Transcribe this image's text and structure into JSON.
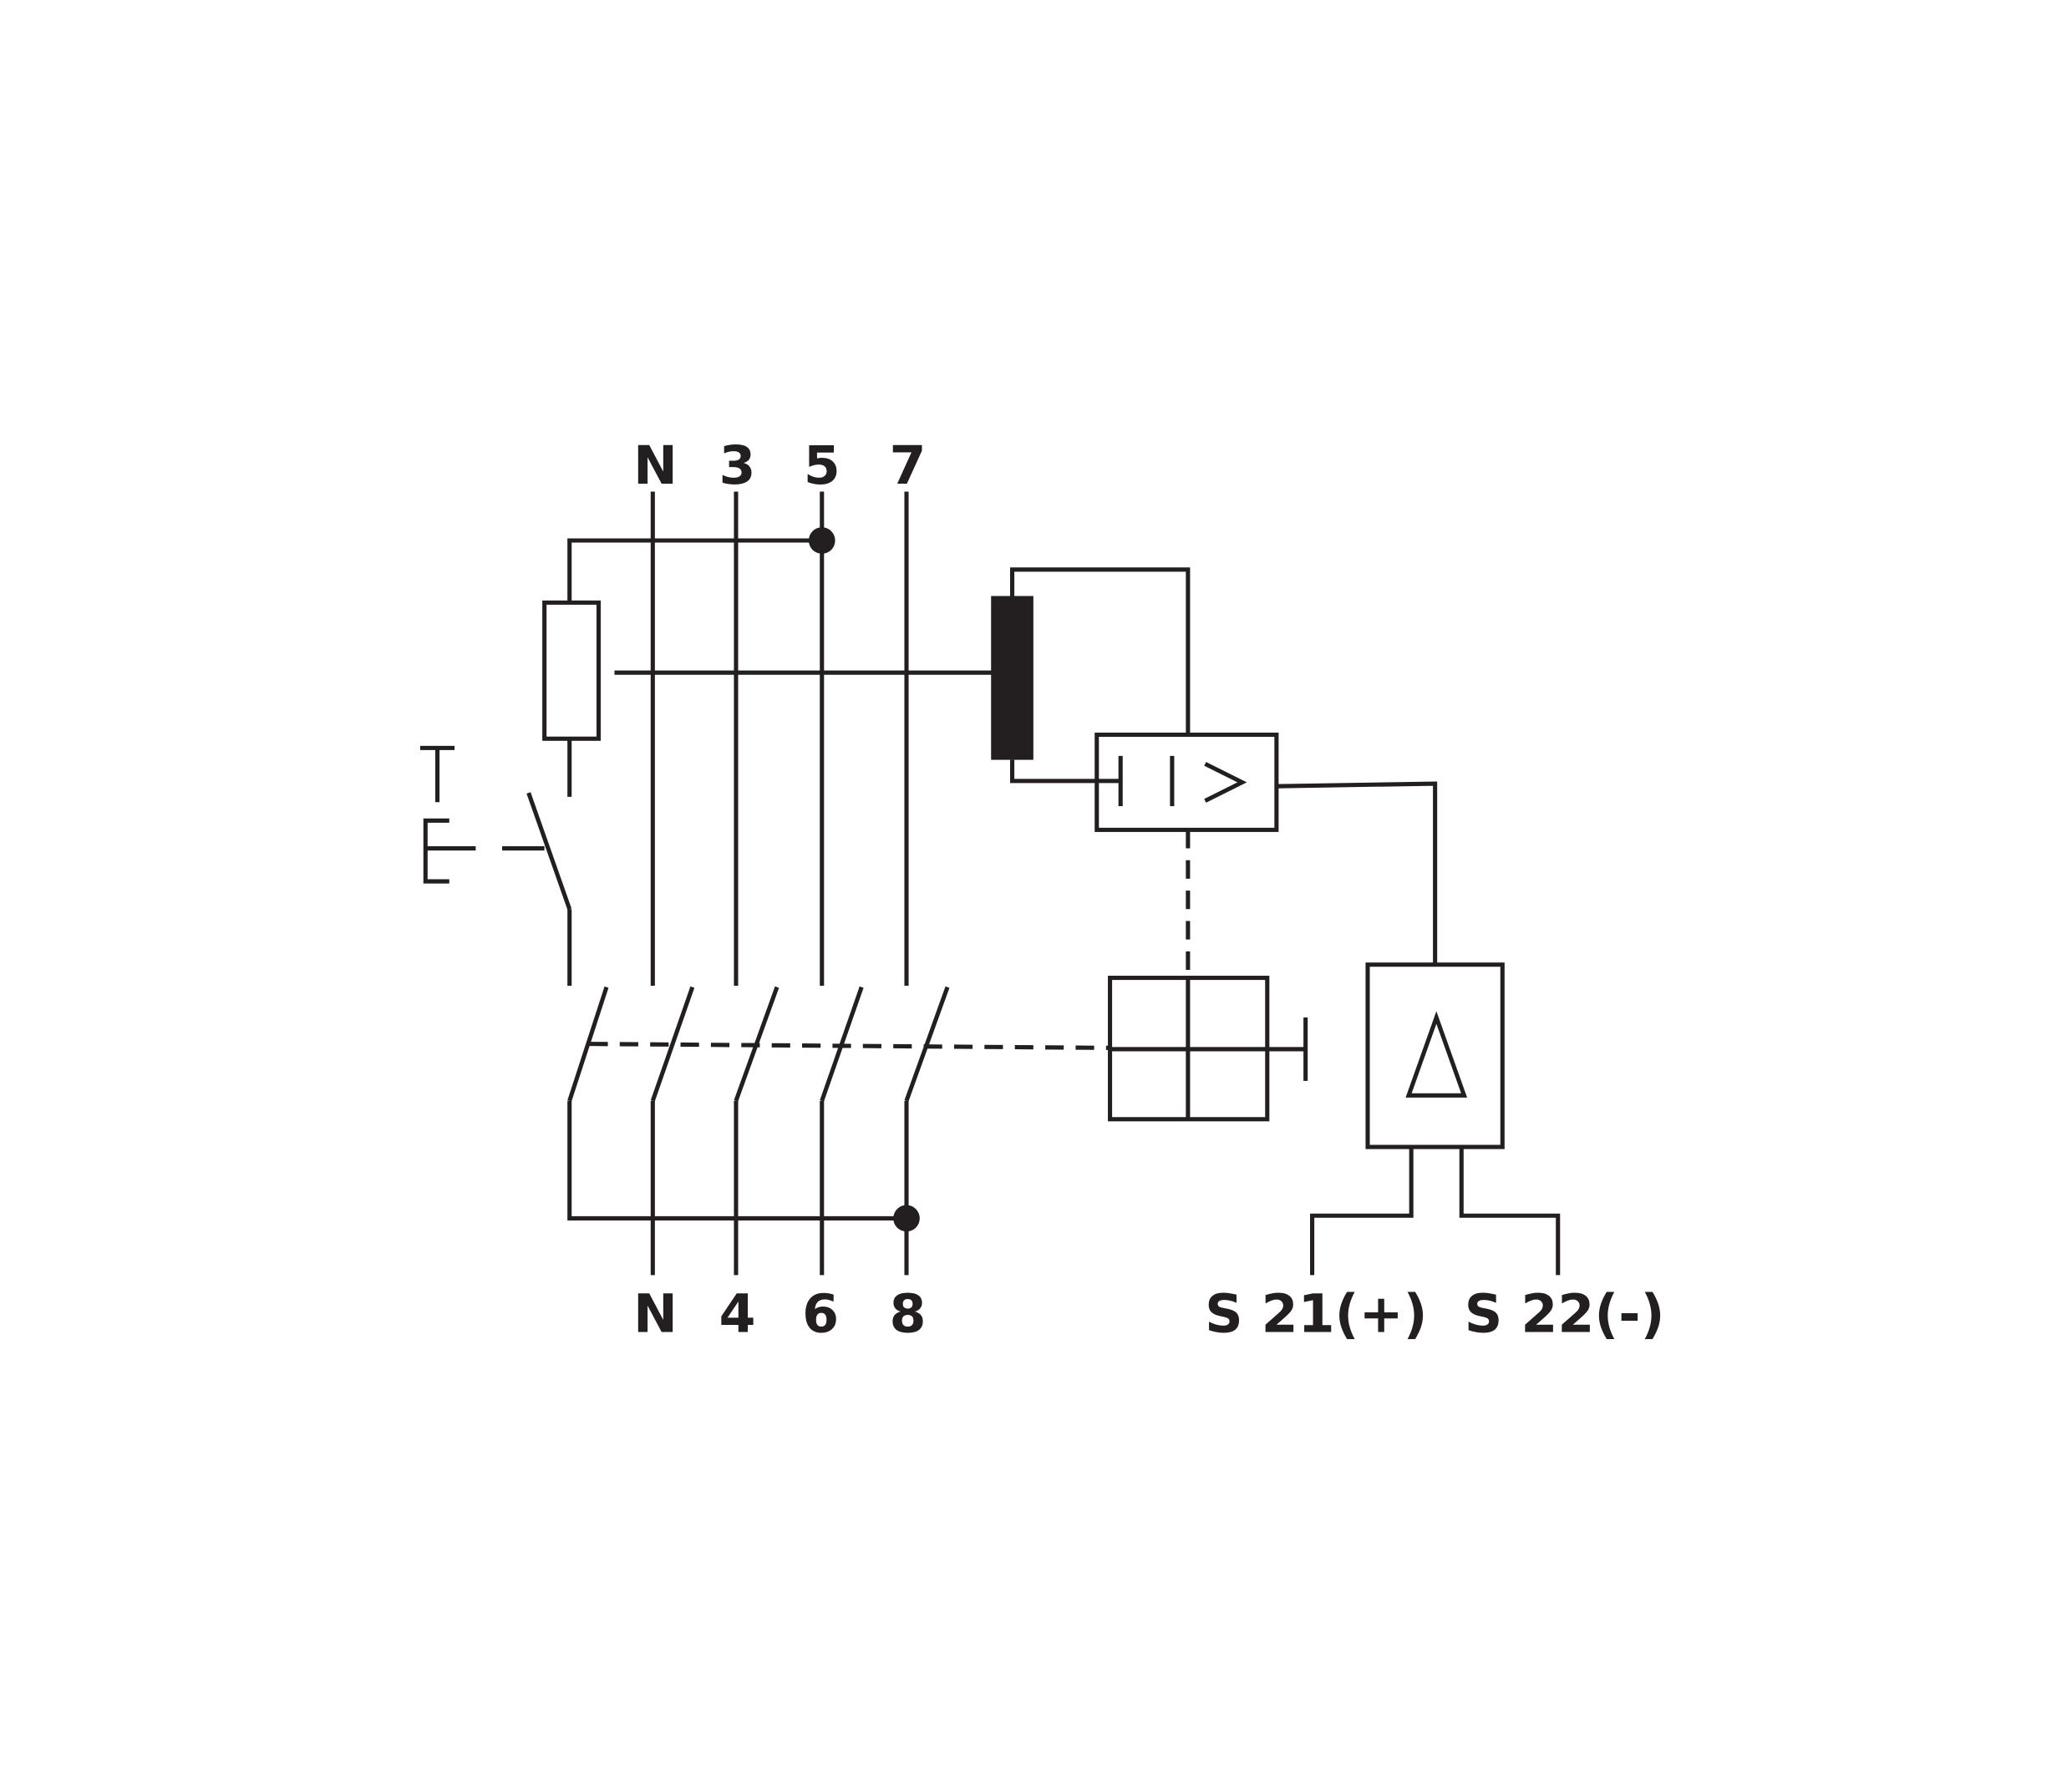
{
  "diagram": {
    "top_terminals": [
      "N",
      "3",
      "5",
      "7"
    ],
    "bottom_terminals": [
      "N",
      "4",
      "6",
      "8"
    ],
    "aux_terminals": [
      "S 21(+)",
      "S 22(-)"
    ],
    "colors": {
      "line": "#231f20",
      "background": "#ffffff"
    }
  }
}
